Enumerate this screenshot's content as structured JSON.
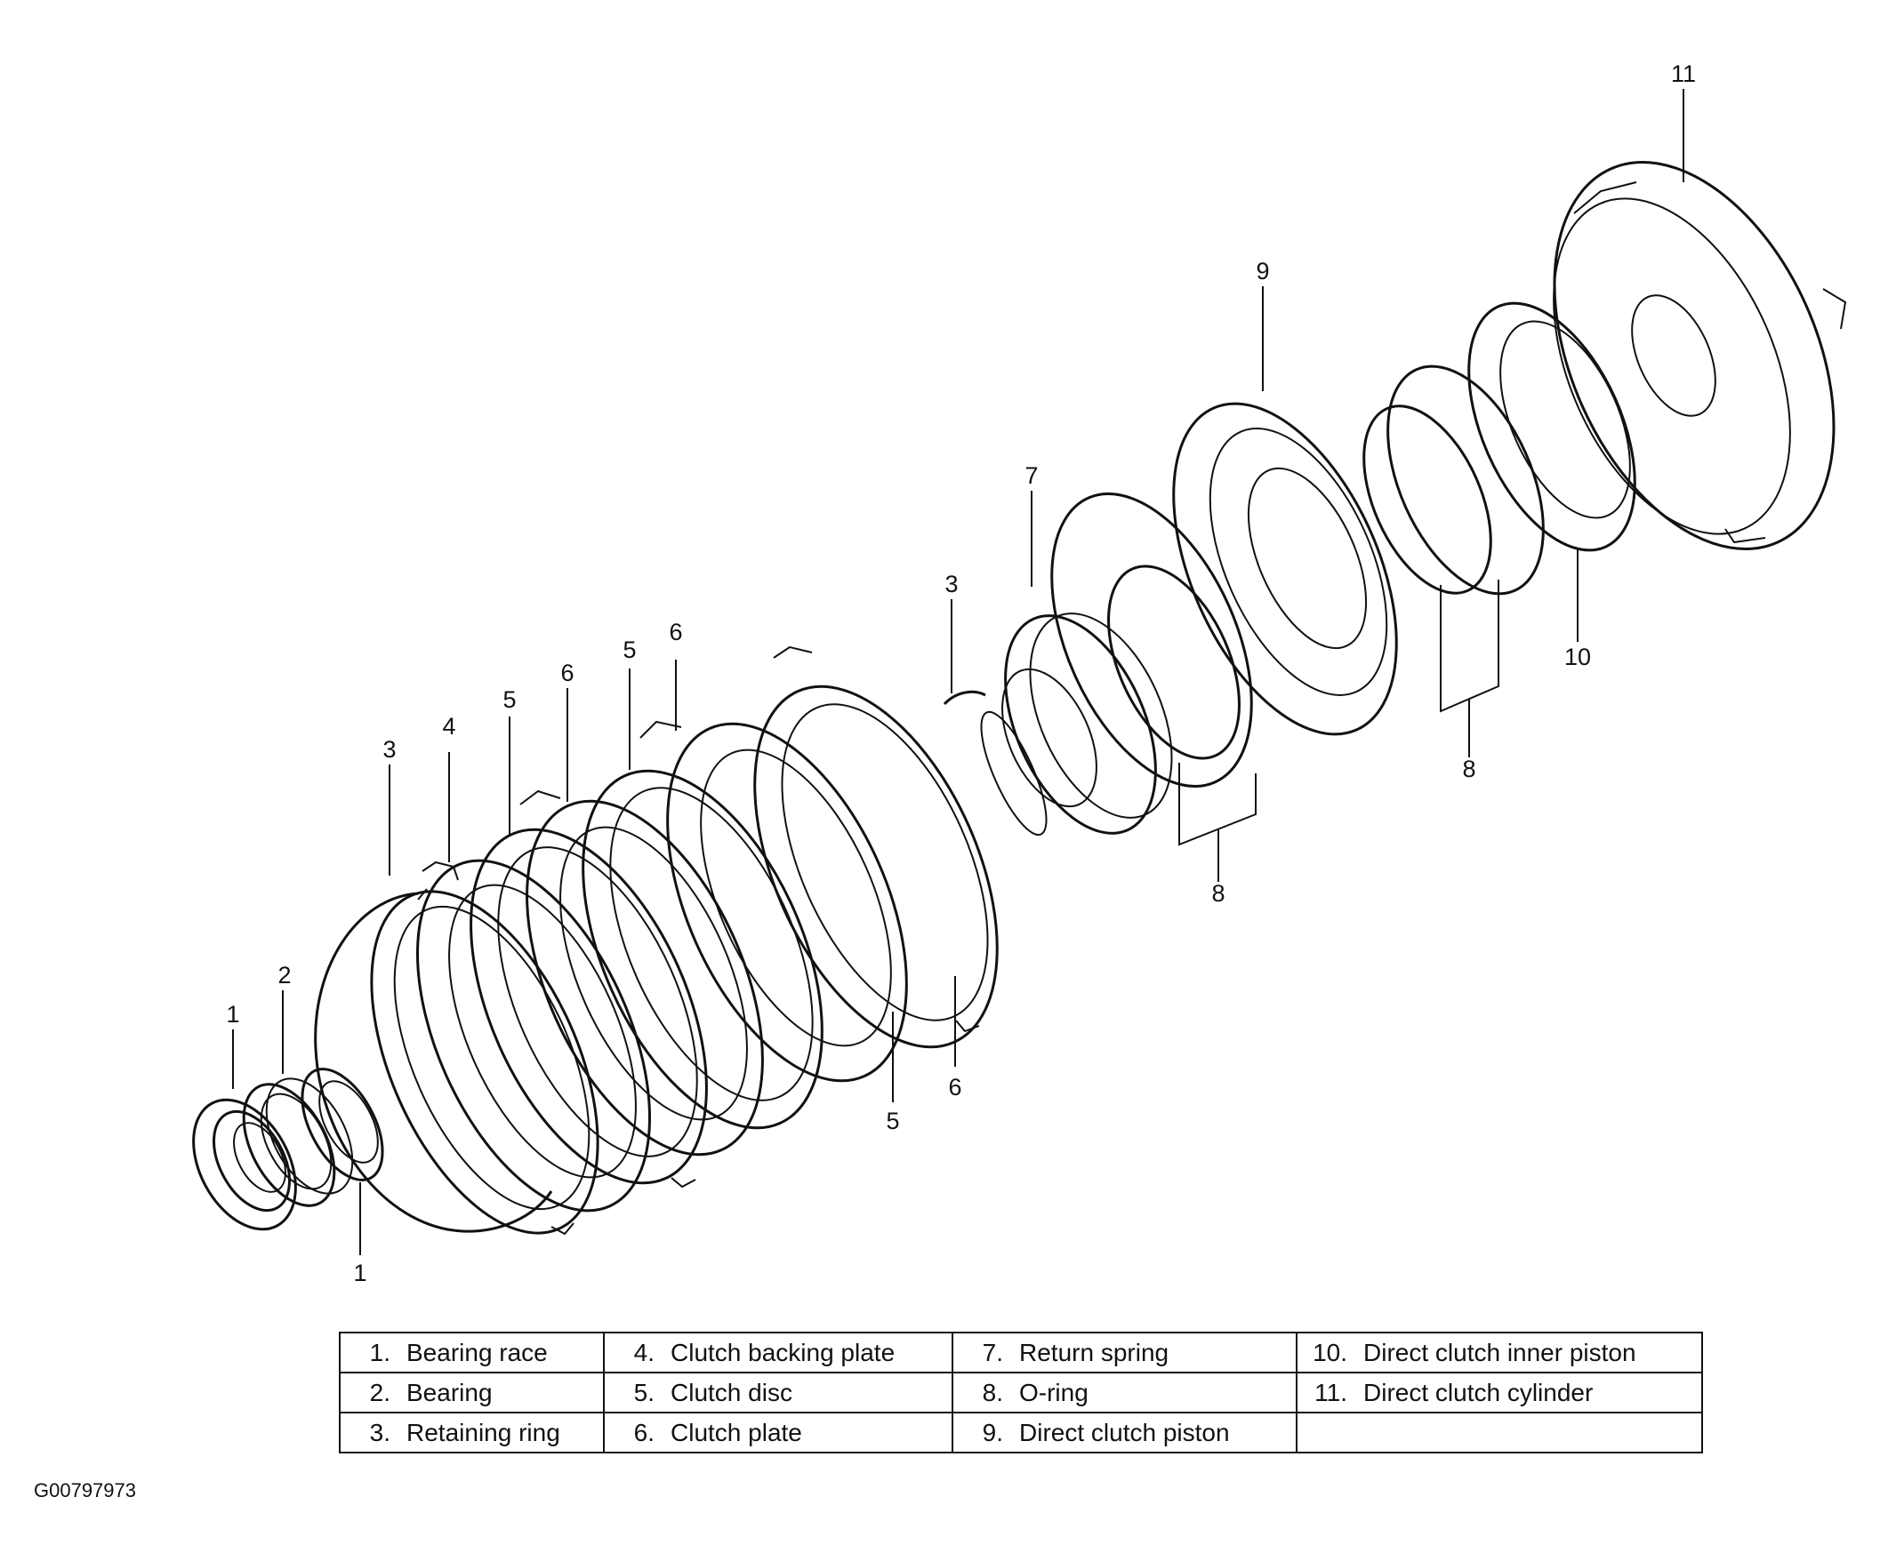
{
  "callouts": {
    "bearing_race_front": "1",
    "bearing_race_rear": "1",
    "bearing": "2",
    "retaining_ring_front": "3",
    "retaining_ring_mid": "3",
    "backing_plate": "4",
    "disc_a": "5",
    "disc_b": "5",
    "disc_c": "5",
    "plate_a": "6",
    "plate_b": "6",
    "plate_c": "6",
    "return_spring": "7",
    "oring_inner_group": "8",
    "oring_outer_group": "8",
    "piston": "9",
    "inner_piston": "10",
    "cylinder": "11"
  },
  "legend": {
    "rows": [
      [
        {
          "num": "1.",
          "text": "Bearing race"
        },
        {
          "num": "4.",
          "text": "Clutch backing plate"
        },
        {
          "num": "7.",
          "text": "Return spring"
        },
        {
          "num": "10.",
          "text": "Direct clutch inner piston"
        }
      ],
      [
        {
          "num": "2.",
          "text": "Bearing"
        },
        {
          "num": "5.",
          "text": "Clutch disc"
        },
        {
          "num": "8.",
          "text": "O-ring"
        },
        {
          "num": "11.",
          "text": "Direct clutch cylinder"
        }
      ],
      [
        {
          "num": "3.",
          "text": "Retaining ring"
        },
        {
          "num": "6.",
          "text": "Clutch plate"
        },
        {
          "num": "9.",
          "text": "Direct clutch piston"
        },
        {
          "num": "",
          "text": ""
        }
      ]
    ]
  },
  "figure_id": "G00797973"
}
